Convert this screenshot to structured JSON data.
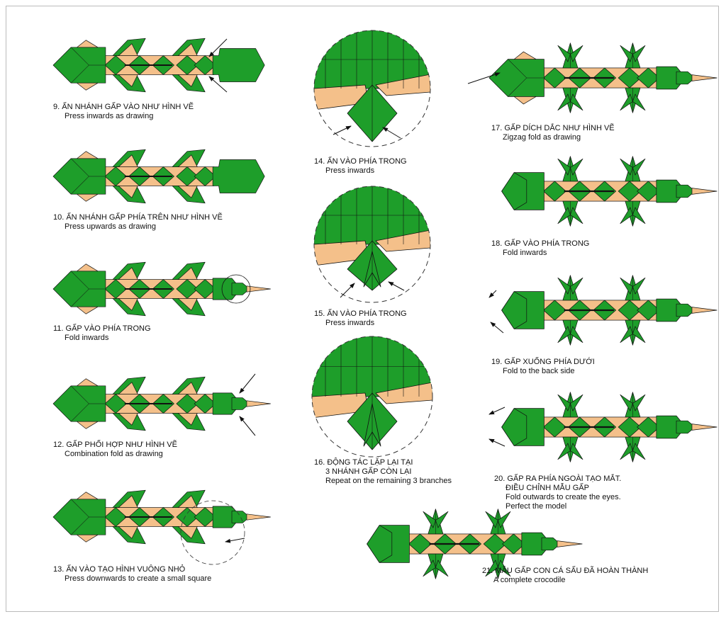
{
  "colors": {
    "green": "#1e9e2a",
    "tan": "#f4c08a",
    "stroke": "#111111",
    "dash": "#333333"
  },
  "steps": [
    {
      "id": "9",
      "vi": "9. ẤN NHÁNH GẤP VÀO NHƯ HÌNH VẼ",
      "en": "Press inwards as drawing"
    },
    {
      "id": "10",
      "vi": "10. ẤN NHÁNH GẤP PHÍA TRÊN NHƯ HÌNH VẼ",
      "en": "Press upwards as drawing"
    },
    {
      "id": "11",
      "vi": "11. GẤP VÀO PHÍA TRONG",
      "en": "Fold inwards"
    },
    {
      "id": "12",
      "vi": "12. GẤP PHỐI HỢP NHƯ HÌNH VẼ",
      "en": "Combination fold as drawing"
    },
    {
      "id": "13",
      "vi": "13. ẤN VÀO TẠO HÌNH VUÔNG NHỎ",
      "en": "Press downwards to create a small square"
    },
    {
      "id": "14",
      "vi": "14. ẤN VÀO PHÍA TRONG",
      "en": "Press inwards"
    },
    {
      "id": "15",
      "vi": "15. ẤN VÀO PHÍA TRONG",
      "en": "Press inwards"
    },
    {
      "id": "16",
      "vi": "16. ĐỘNG TÁC LẶP LẠI TẠI",
      "vi2": "3 NHÁNH GẤP CÒN LẠI",
      "en": "Repeat on the remaining 3 branches"
    },
    {
      "id": "17",
      "vi": "17. GẤP DÍCH DẮC NHƯ HÌNH VẼ",
      "en": "Zigzag fold as drawing"
    },
    {
      "id": "18",
      "vi": "18. GẤP VÀO PHÍA TRONG",
      "en": "Fold inwards"
    },
    {
      "id": "19",
      "vi": "19. GẤP XUỐNG PHÍA DƯỚI",
      "en": "Fold to the back side"
    },
    {
      "id": "20",
      "vi": "20. GẤP RA PHÍA NGOÀI TẠO MẮT.",
      "vi2": "ĐIỀU CHỈNH MẪU GẤP",
      "en": "Fold outwards to create the eyes.",
      "en2": "Perfect the model"
    },
    {
      "id": "21",
      "vi": "21. MẪU GẤP CON CÁ SẤU ĐÃ HOÀN THÀNH",
      "en": "A complete crocodile"
    }
  ]
}
